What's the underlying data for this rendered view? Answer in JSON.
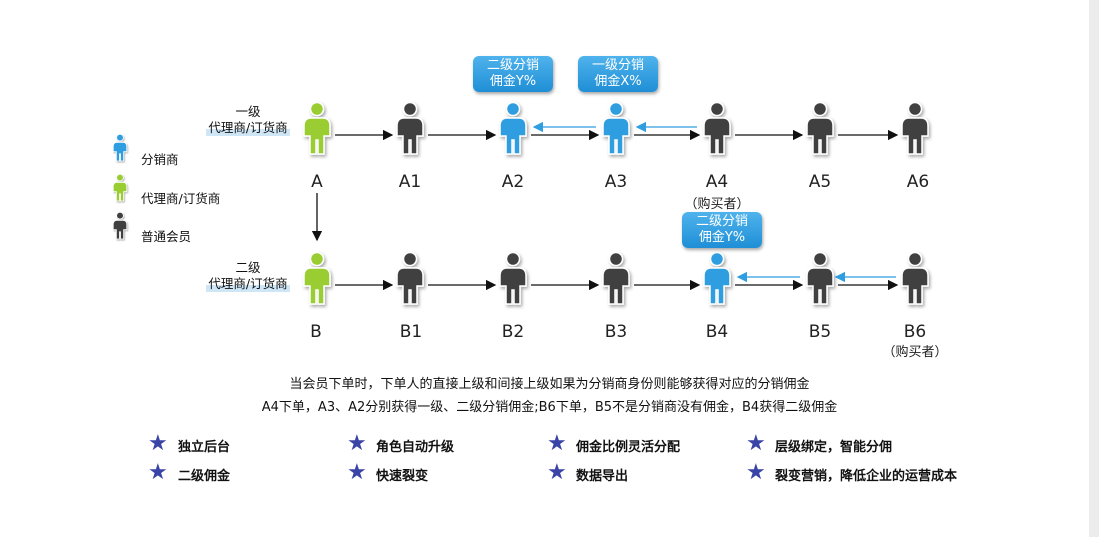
{
  "colors": {
    "green": "#9acd32",
    "blue": "#2e9ee0",
    "gray": "#3f3f3f",
    "star": "#3a43a6",
    "arrow_blue": "#2e9ee0"
  },
  "legend": [
    {
      "label": "分销商",
      "icon": "blue-person-icon"
    },
    {
      "label": "代理商/订货商",
      "icon": "green-person-icon"
    },
    {
      "label": "普通会员",
      "icon": "gray-person-icon"
    }
  ],
  "row1": {
    "label_line1": "一级",
    "label_line2": "代理商/订货商",
    "nodes": [
      {
        "label": "A",
        "kind": "green"
      },
      {
        "label": "A1",
        "kind": "gray"
      },
      {
        "label": "A2",
        "kind": "blue"
      },
      {
        "label": "A3",
        "kind": "blue"
      },
      {
        "label": "A4",
        "kind": "gray",
        "note": "（购买者）"
      },
      {
        "label": "A5",
        "kind": "gray"
      },
      {
        "label": "A6",
        "kind": "gray"
      }
    ],
    "badges": [
      {
        "line1": "二级分销",
        "line2": "佣金Y%"
      },
      {
        "line1": "一级分销",
        "line2": "佣金X%"
      }
    ]
  },
  "row2": {
    "label_line1": "二级",
    "label_line2": "代理商/订货商",
    "nodes": [
      {
        "label": "B",
        "kind": "green"
      },
      {
        "label": "B1",
        "kind": "gray"
      },
      {
        "label": "B2",
        "kind": "gray"
      },
      {
        "label": "B3",
        "kind": "gray"
      },
      {
        "label": "B4",
        "kind": "blue"
      },
      {
        "label": "B5",
        "kind": "gray"
      },
      {
        "label": "B6",
        "kind": "gray",
        "note": "（购买者）"
      }
    ],
    "badge": {
      "line1": "二级分销",
      "line2": "佣金Y%"
    }
  },
  "captions": [
    "当会员下单时，下单人的直接上级和间接上级如果为分销商身份则能够获得对应的分销佣金",
    "A4下单，A3、A2分别获得一级、二级分销佣金;B6下单，B5不是分销商没有佣金，B4获得二级佣金"
  ],
  "features": [
    "独立后台",
    "角色自动升级",
    "佣金比例灵活分配",
    "层级绑定，智能分佣",
    "二级佣金",
    "快速裂变",
    "数据导出",
    "裂变营销，降低企业的运营成本"
  ]
}
